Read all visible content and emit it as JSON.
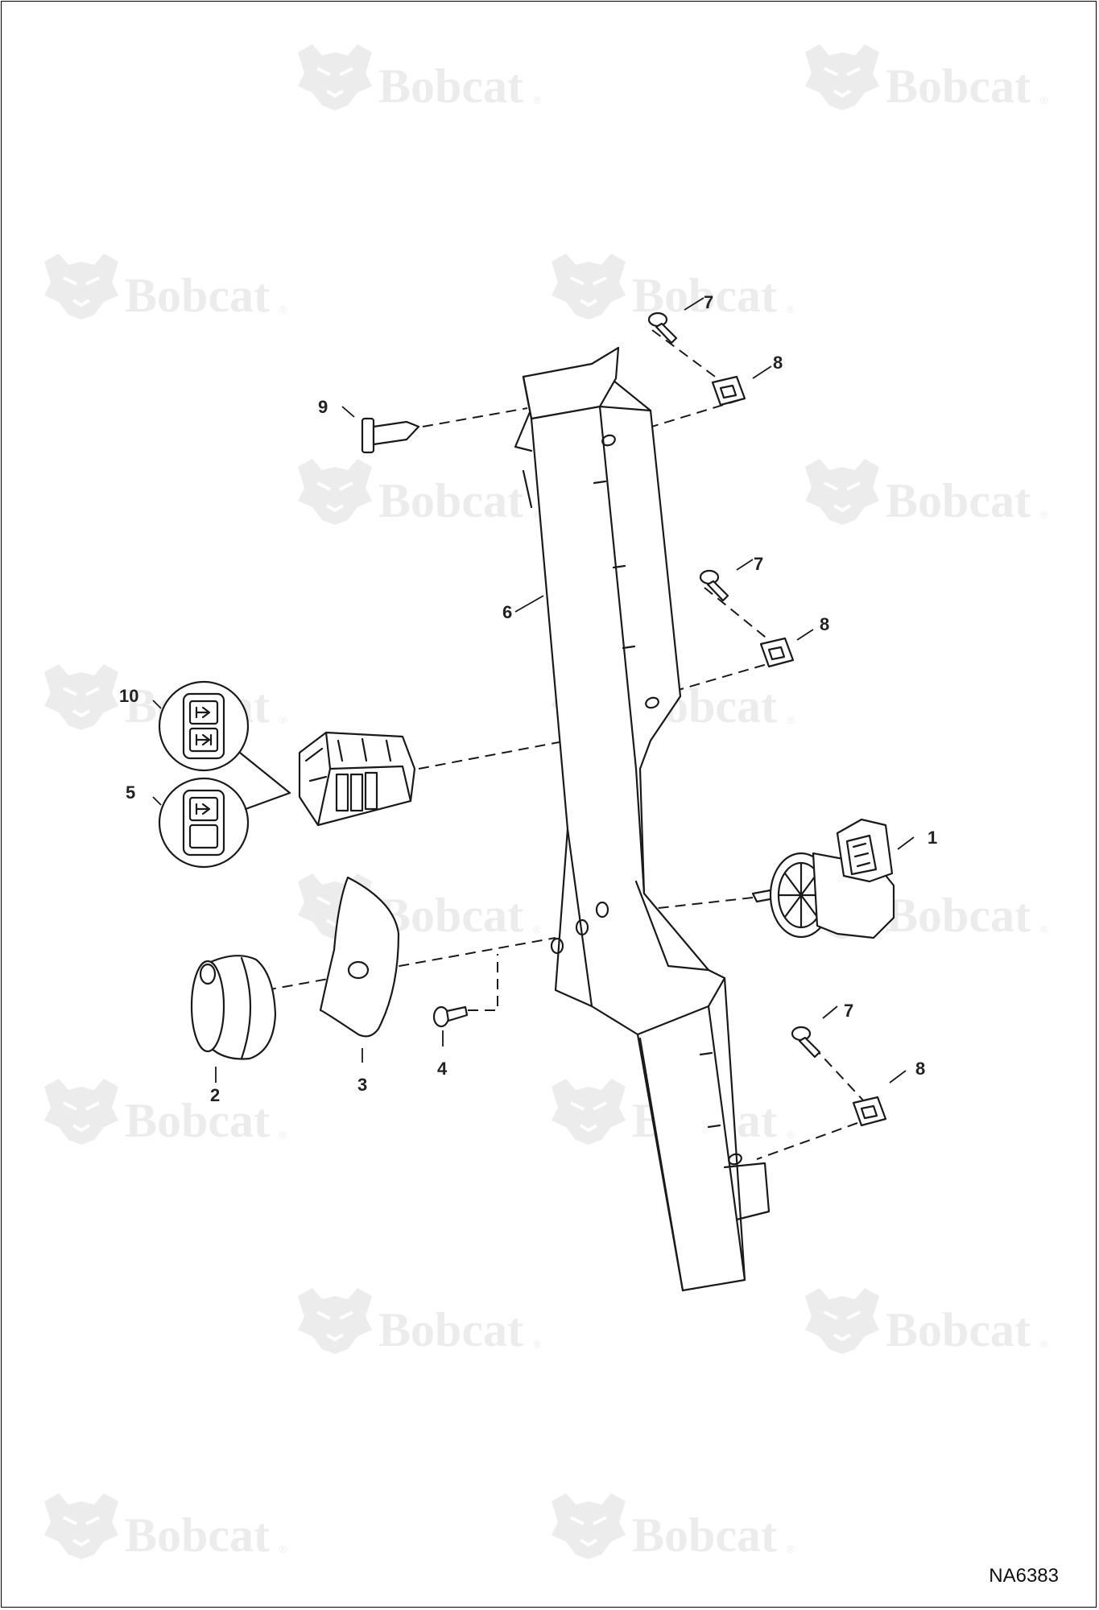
{
  "watermark": {
    "text": "Bobcat",
    "registered": "®"
  },
  "callouts": {
    "c1": "1",
    "c2": "2",
    "c3": "3",
    "c4": "4",
    "c5": "5",
    "c6": "6",
    "c7a": "7",
    "c7b": "7",
    "c7c": "7",
    "c8a": "8",
    "c8b": "8",
    "c8c": "8",
    "c9": "9",
    "c10": "10"
  },
  "drawing_id": "NA6383",
  "icons": {
    "logo": "bobcat-head-icon",
    "switch_symbol": "hydraulic-arrow-icon"
  },
  "colors": {
    "line": "#1a1a1a",
    "watermark": "#ececec",
    "background": "#ffffff"
  }
}
